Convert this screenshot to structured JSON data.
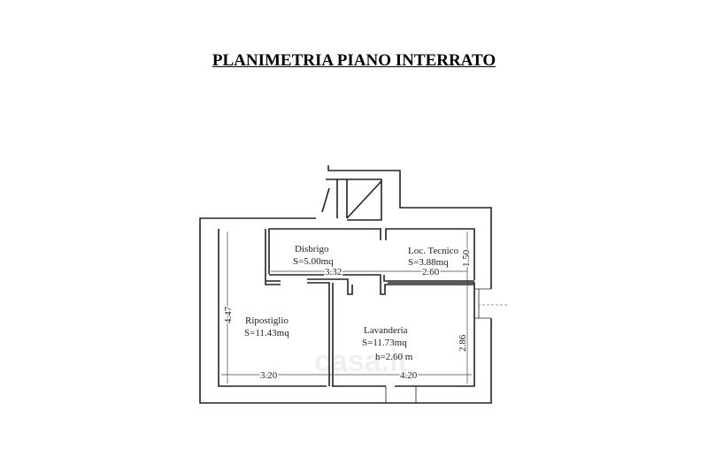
{
  "title": "PLANIMETRIA PIANO INTERRATO",
  "rooms": [
    {
      "name": "Disbrigo",
      "area": "S=5.00mq"
    },
    {
      "name": "Loc. Tecnico",
      "area": "S=3.88mq"
    },
    {
      "name": "Ripostiglio",
      "area": "S=11.43mq"
    },
    {
      "name": "Lavanderia",
      "area": "S=11.73mq",
      "height": "h=2.60 m"
    }
  ],
  "dimensions": {
    "d1": "3.32",
    "d2": "2.60",
    "d3": "1.50",
    "d4": "4.47",
    "d5": "2.86",
    "d6": "3.20",
    "d7": "4.20"
  },
  "watermark": "casa.it"
}
